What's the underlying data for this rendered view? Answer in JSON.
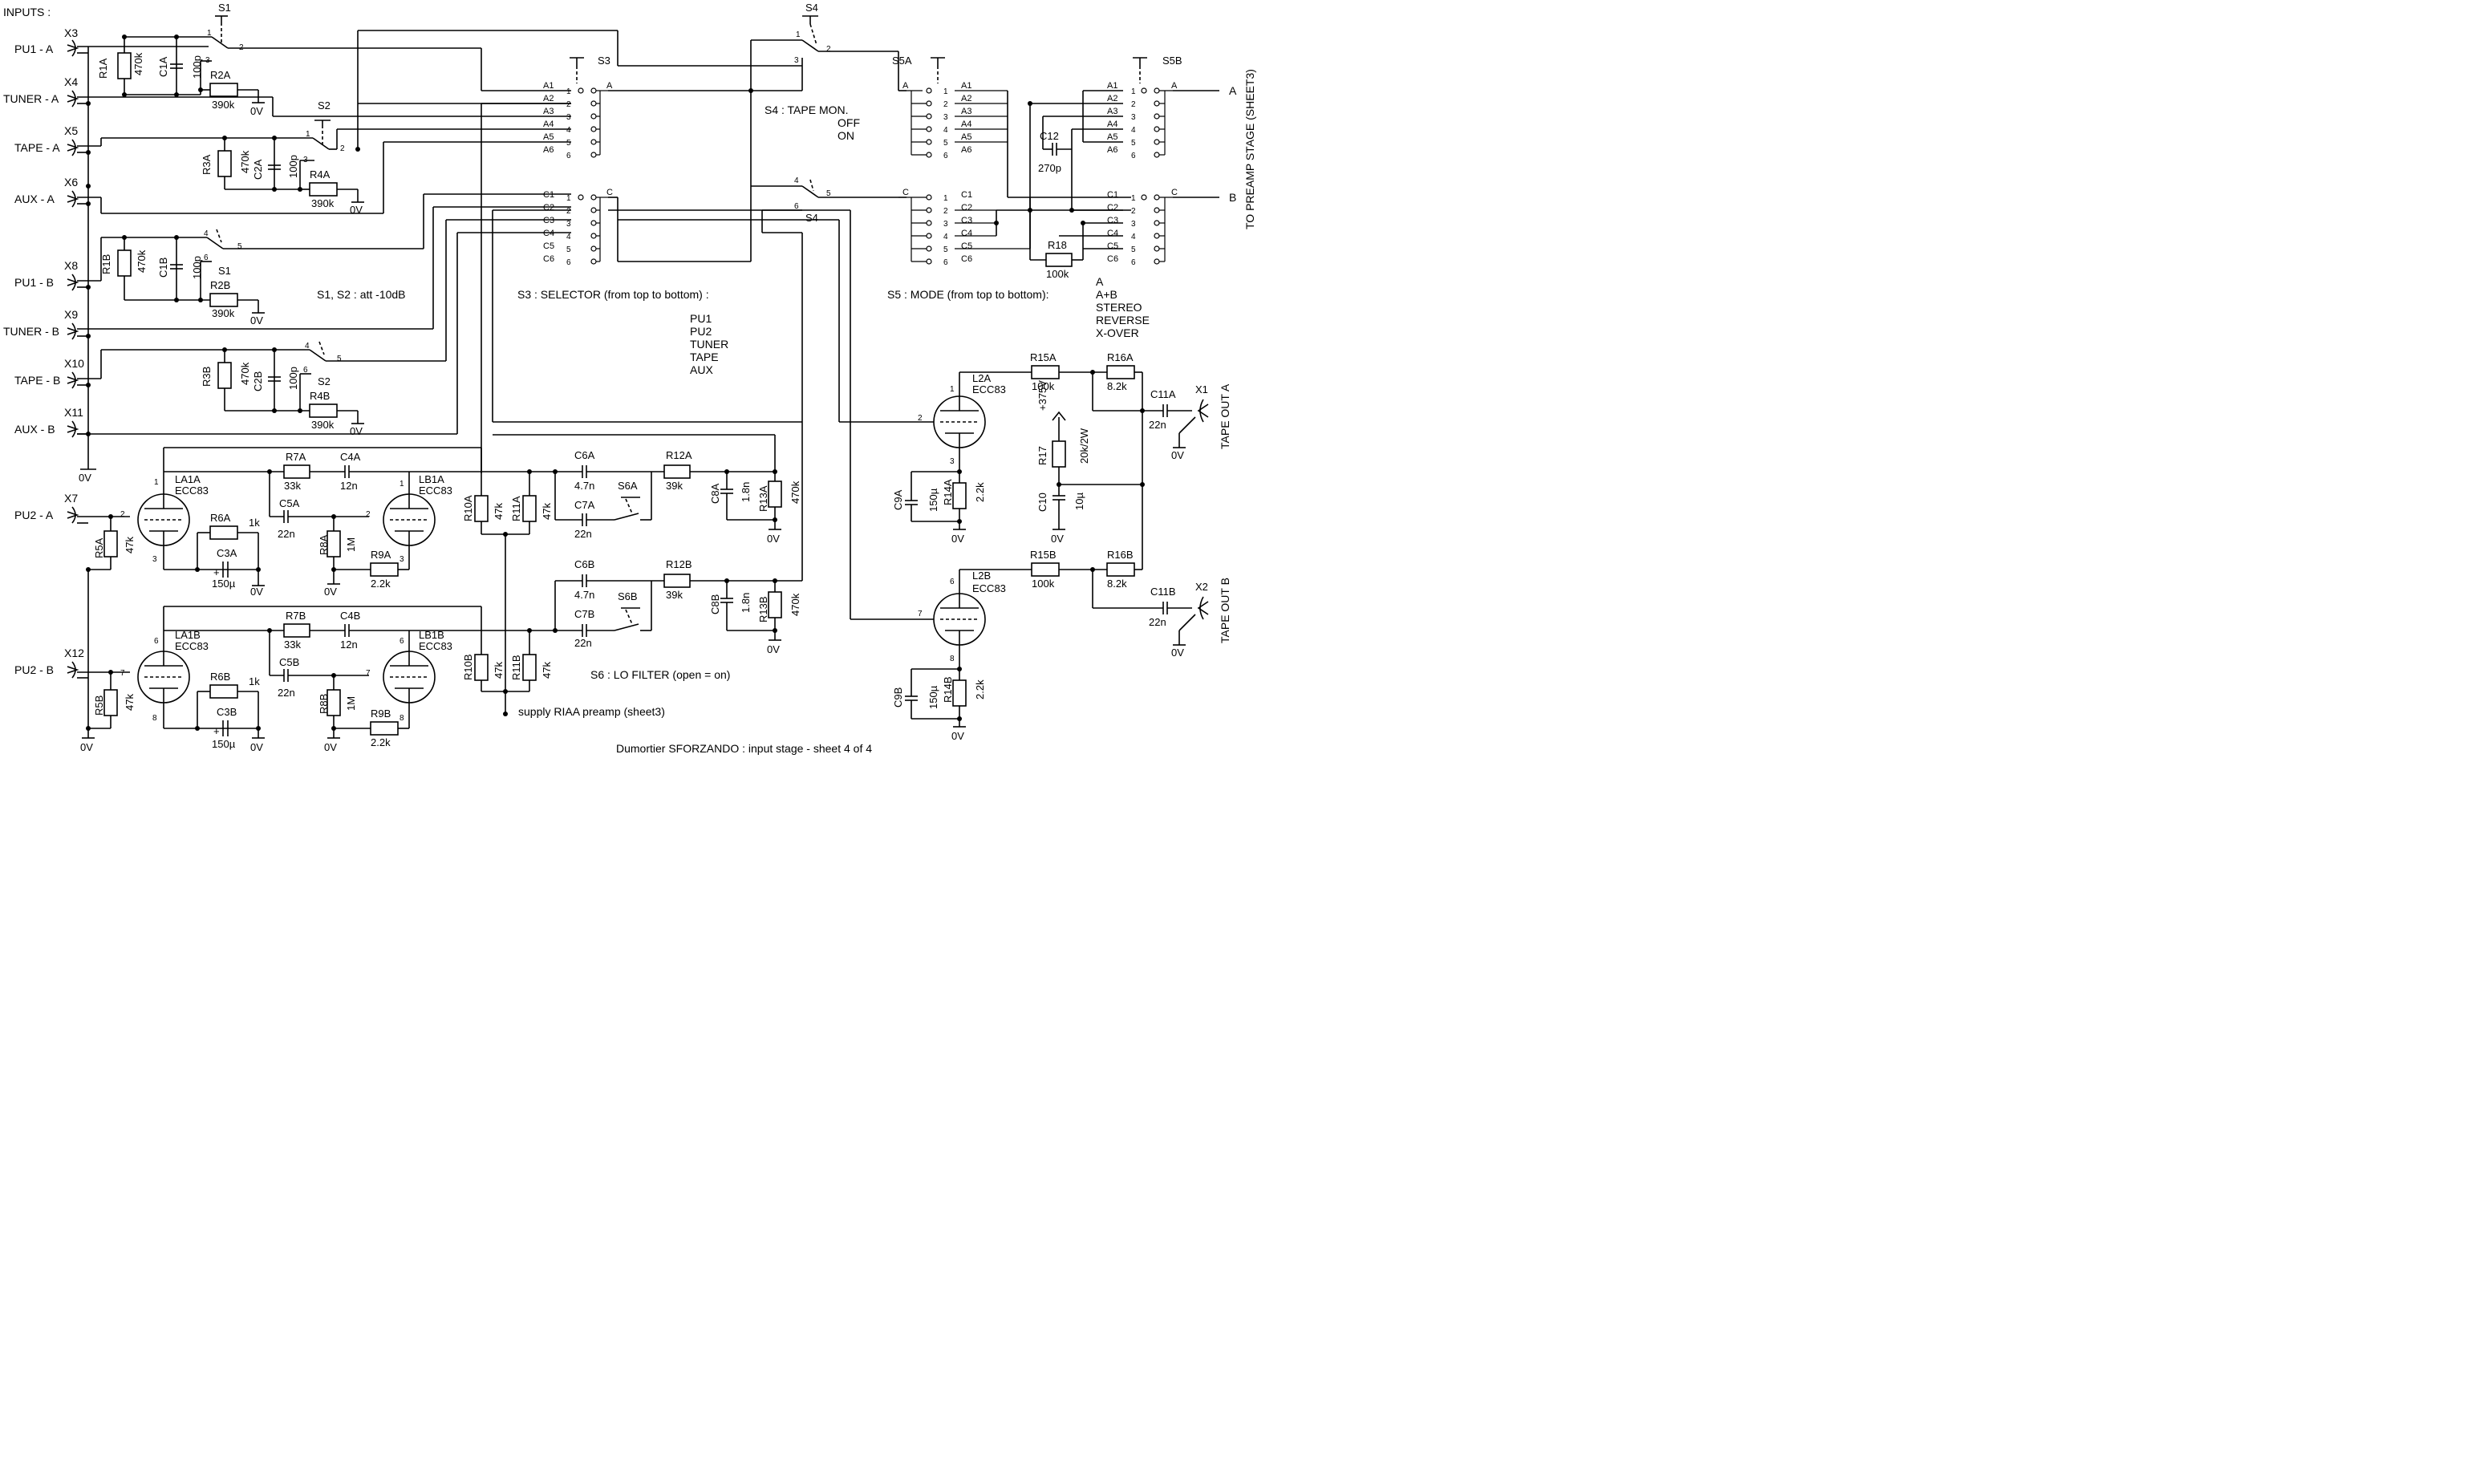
{
  "title": "Dumortier SFORZANDO : input stage - sheet 4 of 4",
  "inputs_label": "INPUTS :",
  "input_jacks": [
    {
      "name": "PU1 - A",
      "ref": "X3"
    },
    {
      "name": "TUNER - A",
      "ref": "X4"
    },
    {
      "name": "TAPE - A",
      "ref": "X5"
    },
    {
      "name": "AUX - A",
      "ref": "X6"
    },
    {
      "name": "PU1 - B",
      "ref": "X8"
    },
    {
      "name": "TUNER - B",
      "ref": "X9"
    },
    {
      "name": "TAPE - B",
      "ref": "X10"
    },
    {
      "name": "AUX - B",
      "ref": "X11"
    },
    {
      "name": "PU2 - A",
      "ref": "X7"
    },
    {
      "name": "PU2 - B",
      "ref": "X12"
    }
  ],
  "notes": {
    "att": "S1, S2 : att -10dB",
    "selector_title": "S3 : SELECTOR (from top to bottom) :",
    "selector_items": [
      "PU1",
      "PU2",
      "TUNER",
      "TAPE",
      "AUX"
    ],
    "mode_title": "S5 : MODE  (from top to bottom):",
    "mode_items": [
      "A",
      "A+B",
      "STEREO",
      "REVERSE",
      "X-OVER"
    ],
    "tape_mon": "S4 : TAPE MON.",
    "tape_mon_off": "OFF",
    "tape_mon_on": "ON",
    "lo_filter": "S6 : LO FILTER (open = on)",
    "supply": "supply RIAA preamp (sheet3)",
    "to_preamp": "TO PREAMP STAGE (SHEET3)",
    "out_a": "A",
    "out_b": "B",
    "tape_out_a": "TAPE OUT A",
    "tape_out_b": "TAPE OUT B",
    "supply_voltage": "+375V"
  },
  "ground_label": "0V",
  "switches": {
    "s1": "S1",
    "s2": "S2",
    "s3": "S3",
    "s4": "S4",
    "s5a": "S5A",
    "s5b": "S5B",
    "s6a": "S6A",
    "s6b": "S6B"
  },
  "switch_rows_a": [
    "A1",
    "A2",
    "A3",
    "A4",
    "A5",
    "A6"
  ],
  "switch_rows_c": [
    "C1",
    "C2",
    "C3",
    "C4",
    "C5",
    "C6"
  ],
  "components": {
    "R1A": "470k",
    "C1A": "100p",
    "R2A": "390k",
    "R3A": "470k",
    "C2A": "100p",
    "R4A": "390k",
    "R1B": "470k",
    "C1B": "100p",
    "R2B": "390k",
    "R3B": "470k",
    "C2B": "100p",
    "R4B": "390k",
    "R5A": "47k",
    "R6A": "1k",
    "C3A": "150µ",
    "R7A": "33k",
    "C4A": "12n",
    "C5A": "22n",
    "R8A": "1M",
    "R9A": "2.2k",
    "R10A": "47k",
    "R11A": "47k",
    "C6A": "4.7n",
    "C7A": "22n",
    "R12A": "39k",
    "C8A": "1.8n",
    "R13A": "470k",
    "R5B": "47k",
    "R6B": "1k",
    "C3B": "150µ",
    "R7B": "33k",
    "C4B": "12n",
    "C5B": "22n",
    "R8B": "1M",
    "R9B": "2.2k",
    "R10B": "47k",
    "R11B": "47k",
    "C6B": "4.7n",
    "C7B": "22n",
    "R12B": "39k",
    "C8B": "1.8n",
    "R13B": "470k",
    "C12": "270p",
    "R18": "100k",
    "R15A": "100k",
    "R16A": "8.2k",
    "C11A": "22n",
    "C9A": "150µ",
    "R14A": "2.2k",
    "R17": "20k/2W",
    "C10": "10µ",
    "R15B": "100k",
    "R16B": "8.2k",
    "C11B": "22n",
    "C9B": "150µ",
    "R14B": "2.2k"
  },
  "tubes": {
    "LA1A": "ECC83",
    "LB1A": "ECC83",
    "LA1B": "ECC83",
    "LB1B": "ECC83",
    "L2A": "ECC83",
    "L2B": "ECC83"
  },
  "output_refs": {
    "tape_a": "X1",
    "tape_b": "X2"
  }
}
